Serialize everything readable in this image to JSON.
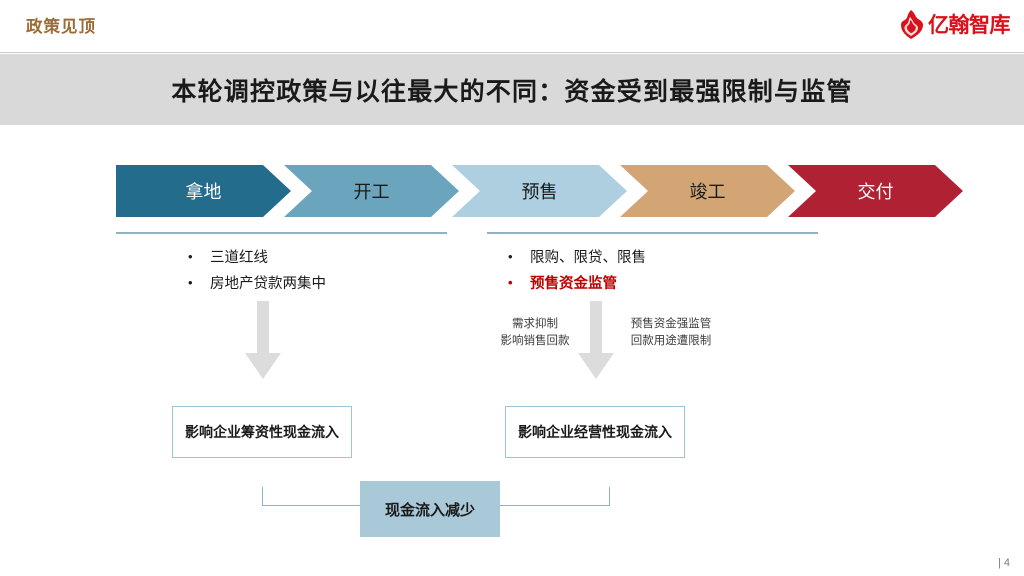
{
  "header": {
    "title": "政策见顶",
    "title_color": "#9c6b36",
    "logo_text": "亿翰智库",
    "logo_color": "#d9111b",
    "logo_icon": "flame-seal-icon"
  },
  "title_band": {
    "text": "本轮调控政策与以往最大的不同：资金受到最强限制与监管",
    "background": "#d9d9d9"
  },
  "process": {
    "stages": [
      {
        "label": "拿地",
        "fill": "#246c8c",
        "text_color": "#ffffff"
      },
      {
        "label": "开工",
        "fill": "#6ba5bd",
        "text_color": "#1a1a1a"
      },
      {
        "label": "预售",
        "fill": "#aecfdf",
        "text_color": "#1a1a1a"
      },
      {
        "label": "竣工",
        "fill": "#d4a574",
        "text_color": "#1a1a1a"
      },
      {
        "label": "交付",
        "fill": "#b02233",
        "text_color": "#ffffff"
      }
    ]
  },
  "left_group": {
    "bullets": [
      {
        "text": "三道红线",
        "emphasis": false
      },
      {
        "text": "房地产贷款两集中",
        "emphasis": false
      }
    ],
    "outcome": "影响企业筹资性现金流入"
  },
  "right_group": {
    "bullets": [
      {
        "text": "限购、限贷、限售",
        "emphasis": false
      },
      {
        "text": "预售资金监管",
        "emphasis": true
      }
    ],
    "annotations": [
      {
        "line1": "需求抑制",
        "line2": "影响销售回款"
      },
      {
        "line1": "预售资金强监管",
        "line2": "回款用途遭限制"
      }
    ],
    "outcome": "影响企业经营性现金流入"
  },
  "summary": {
    "text": "现金流入减少",
    "fill": "#a9c9d9"
  },
  "footer": {
    "page_number": "| 4"
  },
  "bullet_glyph": "•"
}
